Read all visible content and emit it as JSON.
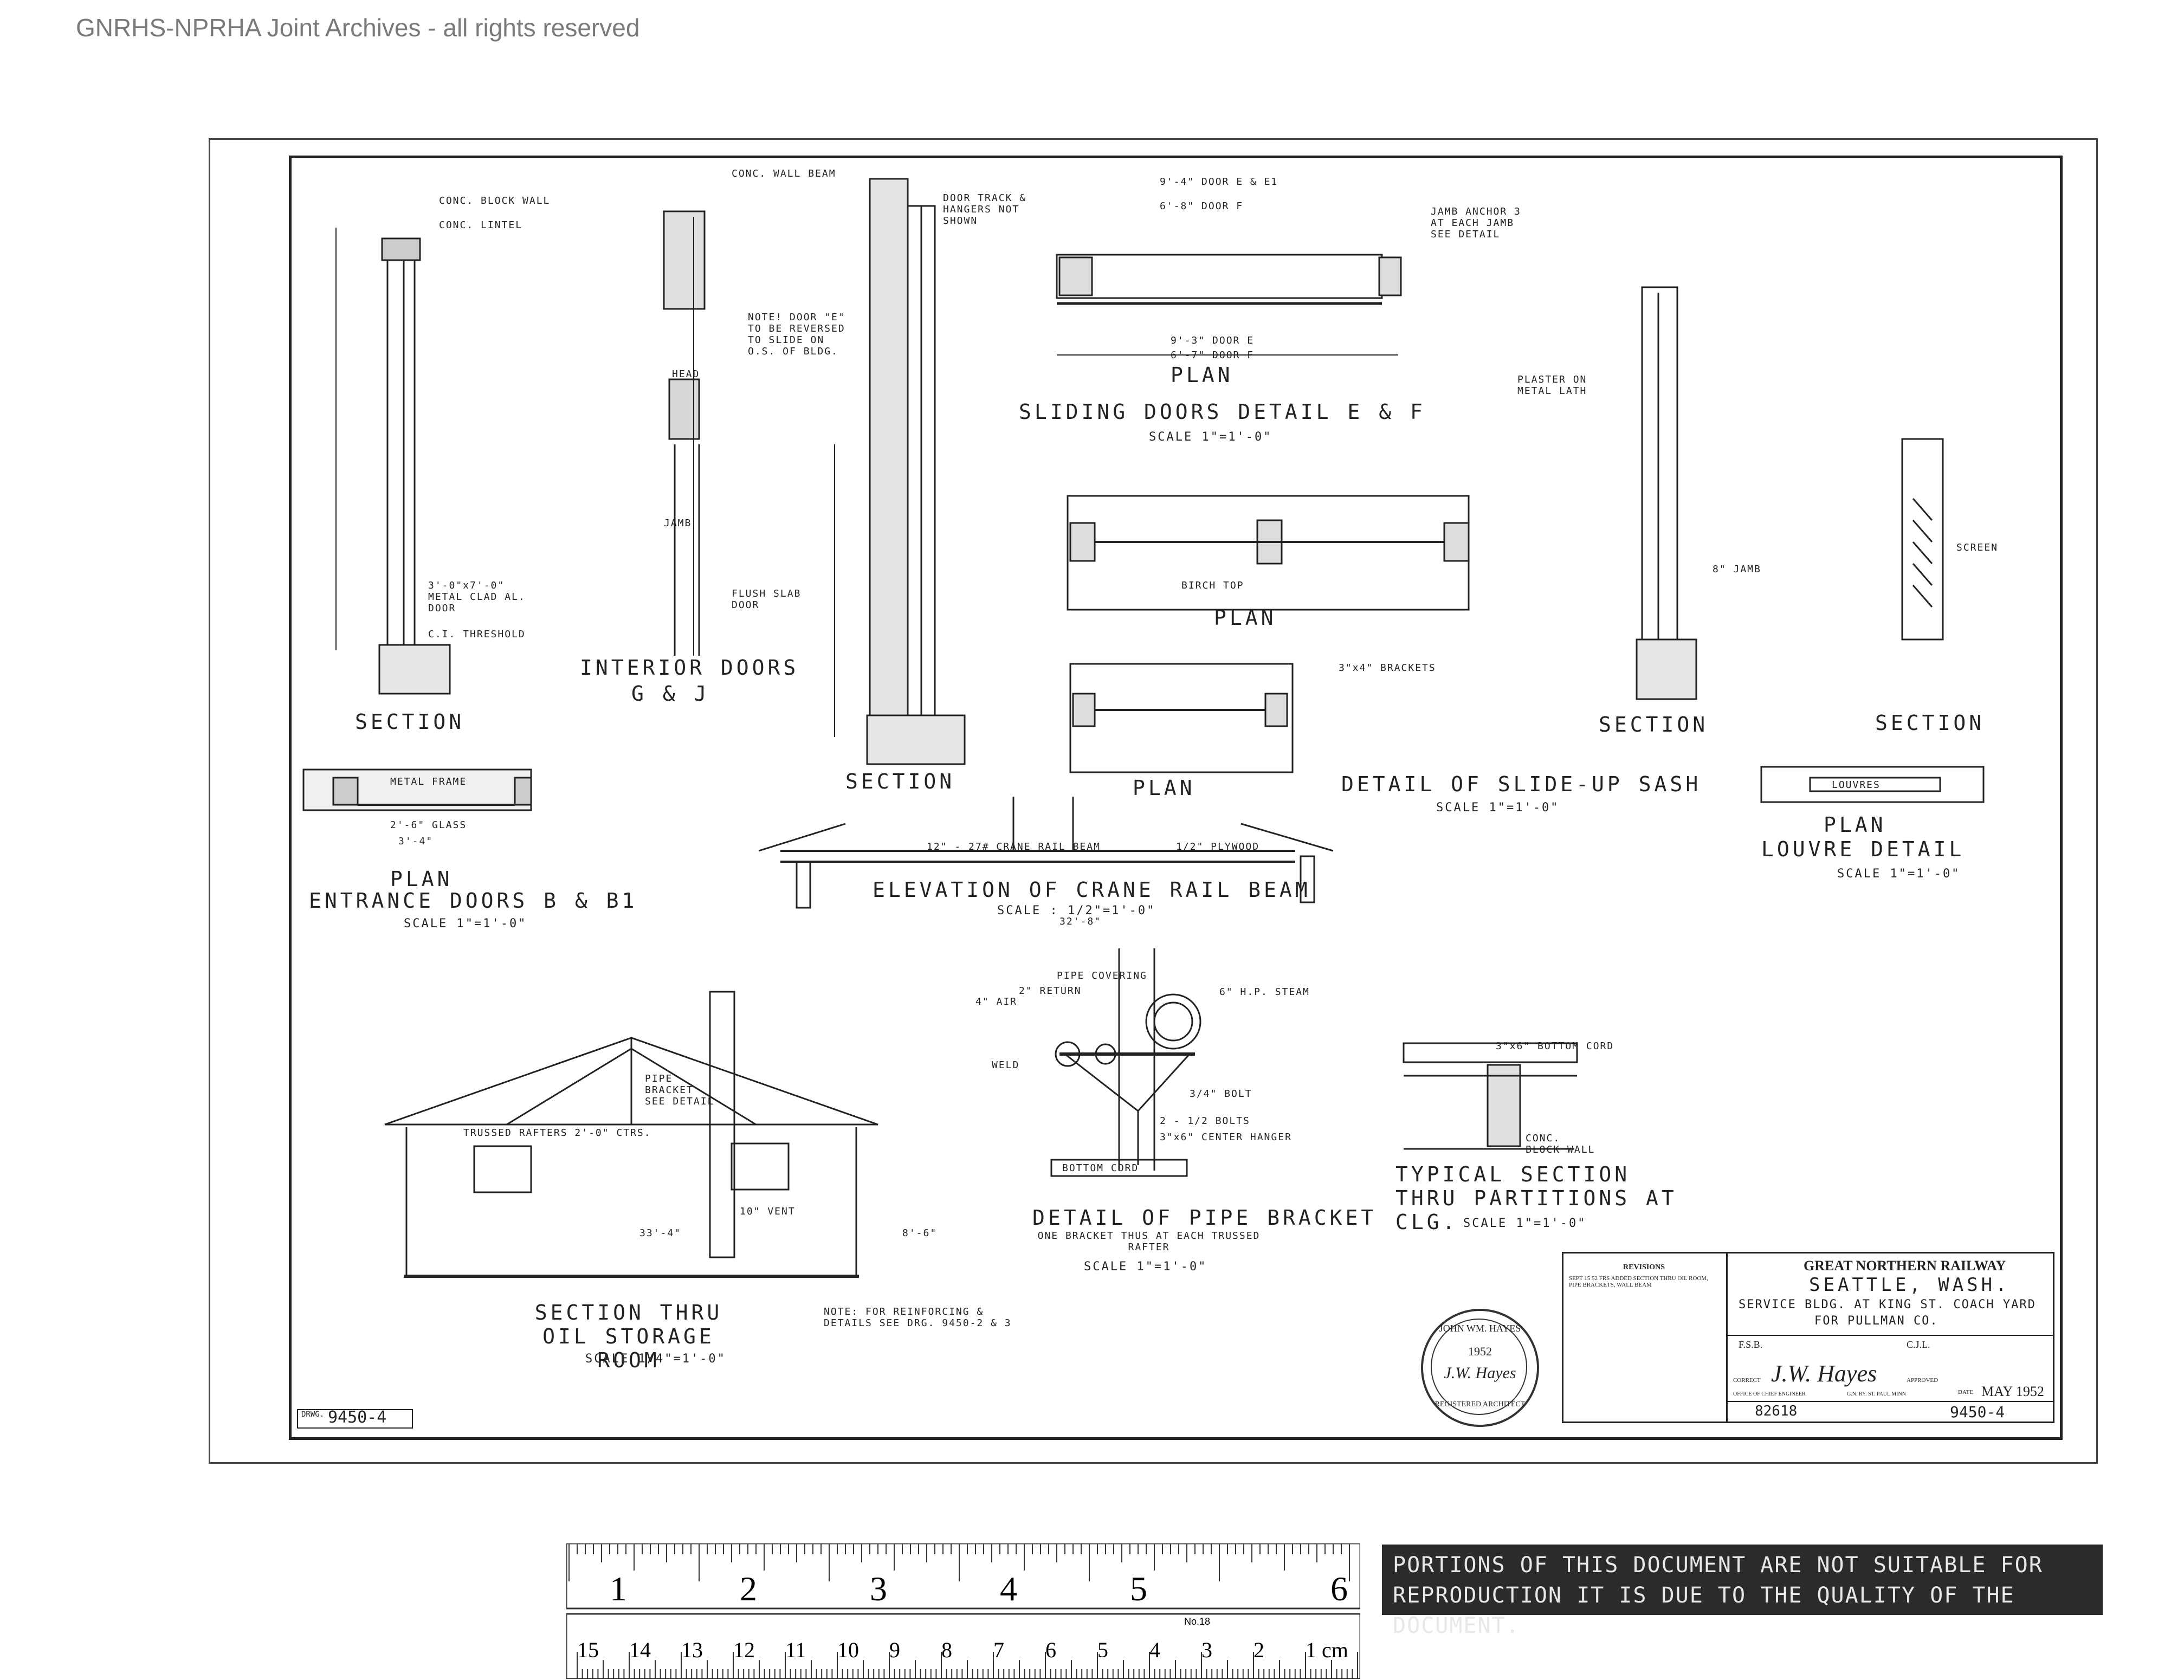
{
  "watermark": "GNRHS-NPRHA Joint Archives - all rights reserved",
  "drawing": {
    "number_prefix": "DRWG.",
    "number": "9450-4",
    "views": [
      {
        "id": "section-entrance",
        "title": "SECTION",
        "scale": ""
      },
      {
        "id": "interior-doors",
        "title": "INTERIOR DOORS",
        "subtitle": "G & J",
        "scale": ""
      },
      {
        "id": "section-center",
        "title": "SECTION",
        "scale": ""
      },
      {
        "id": "sliding-plan",
        "title": "PLAN",
        "scale": ""
      },
      {
        "id": "sliding-doors",
        "title": "SLIDING DOORS DETAIL E & F",
        "scale": "SCALE 1\"=1'-0\""
      },
      {
        "id": "slide-up-plan",
        "title": "PLAN",
        "scale": ""
      },
      {
        "id": "slide-up-plan-2",
        "title": "PLAN",
        "scale": ""
      },
      {
        "id": "slide-up-sash",
        "title": "DETAIL OF SLIDE-UP SASH",
        "scale": "SCALE 1\"=1'-0\""
      },
      {
        "id": "section-right",
        "title": "SECTION",
        "scale": ""
      },
      {
        "id": "louvre-section",
        "title": "SECTION",
        "scale": ""
      },
      {
        "id": "louvre-plan",
        "title": "PLAN",
        "scale": ""
      },
      {
        "id": "louvre-detail",
        "title": "LOUVRE DETAIL",
        "scale": "SCALE 1\"=1'-0\""
      },
      {
        "id": "entrance-plan",
        "title": "PLAN",
        "scale": ""
      },
      {
        "id": "entrance-doors",
        "title": "ENTRANCE DOORS B & B1",
        "scale": "SCALE 1\"=1'-0\""
      },
      {
        "id": "crane-rail",
        "title": "ELEVATION OF CRANE RAIL BEAM",
        "scale": "SCALE : 1/2\"=1'-0\""
      },
      {
        "id": "oil-storage",
        "title": "SECTION THRU OIL STORAGE ROOM",
        "scale": "SCALE 1/4\"=1'-0\""
      },
      {
        "id": "pipe-bracket",
        "title": "DETAIL OF PIPE BRACKET",
        "scale": "SCALE 1\"=1'-0\""
      },
      {
        "id": "typical-section",
        "title": "TYPICAL SECTION THRU PARTITIONS AT CLG.",
        "scale": "SCALE 1\"=1'-0\""
      }
    ],
    "labels": {
      "conc_block_wall": "CONC. BLOCK WALL",
      "conc_lintel": "CONC. LINTEL",
      "metal_door": "3'-0\"x7'-0\" METAL CLAD AL. DOOR",
      "ci_threshold": "C.I. THRESHOLD",
      "head": "HEAD",
      "jamb": "JAMB",
      "note": "NOTE! DOOR \"E\" TO BE REVERSED TO SLIDE ON O.S. OF BLDG.",
      "flush_slab": "FLUSH SLAB DOOR",
      "conc_wall_beam": "CONC. WALL BEAM",
      "door_track": "DOOR TRACK & HANGERS NOT SHOWN",
      "jamb_anchor": "JAMB ANCHOR 3 AT EACH JAMB SEE DETAIL",
      "dim_9_4": "9'-4\" DOOR E & E1",
      "dim_6_8": "6'-8\" DOOR F",
      "dim_9_3": "9'-3\" DOOR E",
      "dim_6_7": "6'-7\" DOOR F",
      "birch_top": "BIRCH TOP",
      "brackets": "3\"x4\" BRACKETS",
      "plaster": "PLASTER ON METAL LATH",
      "jamb_8": "8\" JAMB",
      "screen": "SCREEN",
      "louvres": "LOUVRES",
      "metal_frame": "METAL FRAME",
      "glass": "2'-6\" GLASS",
      "width_3_4": "3'-4\"",
      "crane_rail_beam": "12\" - 27# CRANE RAIL BEAM",
      "plywood": "1/2\" PLYWOOD",
      "dim_32_8": "32'-8\"",
      "pipe_covering": "PIPE COVERING",
      "hp_steam": "6\" H.P. STEAM",
      "return": "2\" RETURN",
      "air": "4\" AIR",
      "weld": "WELD",
      "bolt": "3/4\" BOLT",
      "bolts": "2 - 1/2 BOLTS",
      "center_hanger": "3\"x6\" CENTER HANGER",
      "bottom_cord": "BOTTOM CORD",
      "bottom_cord_2": "3\"x6\" BOTTOM CORD",
      "conc_block_wall_2": "CONC. BLOCK WALL",
      "bracket_note": "ONE BRACKET THUS AT EACH TRUSSED RAFTER",
      "trussed_rafters": "TRUSSED RAFTERS 2'-0\" CTRS.",
      "pipe_bracket": "PIPE BRACKET SEE DETAIL",
      "dim_33_4": "33'-4\"",
      "dim_8_6": "8'-6\"",
      "vent": "10\" VENT",
      "note_bottom": "NOTE: FOR REINFORCING & DETAILS SEE DRG. 9450-2 & 3"
    }
  },
  "title_block": {
    "revisions_label": "REVISIONS",
    "revision_note": "SEPT 15 52 FRS ADDED SECTION THRU OIL ROOM, PIPE BRACKETS, WALL BEAM",
    "railway": "GREAT NORTHERN RAILWAY",
    "city": "SEATTLE, WASH.",
    "line1": "SERVICE BLDG. AT KING ST. COACH YARD",
    "line2": "FOR PULLMAN CO.",
    "drawn_by": "F.S.B.",
    "checked_by": "C.J.L.",
    "correct_label": "CORRECT",
    "correct_sig": "J.W. Hayes",
    "approved_label": "APPROVED",
    "office": "OFFICE OF CHIEF ENGINEER",
    "location": "G.N. RY. ST. PAUL MINN",
    "date_label": "DATE",
    "date": "MAY 1952",
    "job_number": "82618",
    "drwg_number": "9450-4"
  },
  "stamp": {
    "name": "JOHN WM. HAYES",
    "year": "1952",
    "signature": "J.W. Hayes",
    "registered": "REGISTERED ARCHITECT"
  },
  "ruler": {
    "inch_labels": [
      "1",
      "2",
      "3",
      "4",
      "5",
      "6"
    ],
    "cm_labels": [
      "1 cm",
      "2",
      "3",
      "4",
      "5",
      "6",
      "7",
      "8",
      "9",
      "10",
      "11",
      "12",
      "13",
      "14",
      "15"
    ],
    "brand": "No.18"
  },
  "notice": "PORTIONS OF THIS DOCUMENT ARE NOT SUITABLE FOR REPRODUCTION IT IS DUE TO THE QUALITY OF THE DOCUMENT."
}
